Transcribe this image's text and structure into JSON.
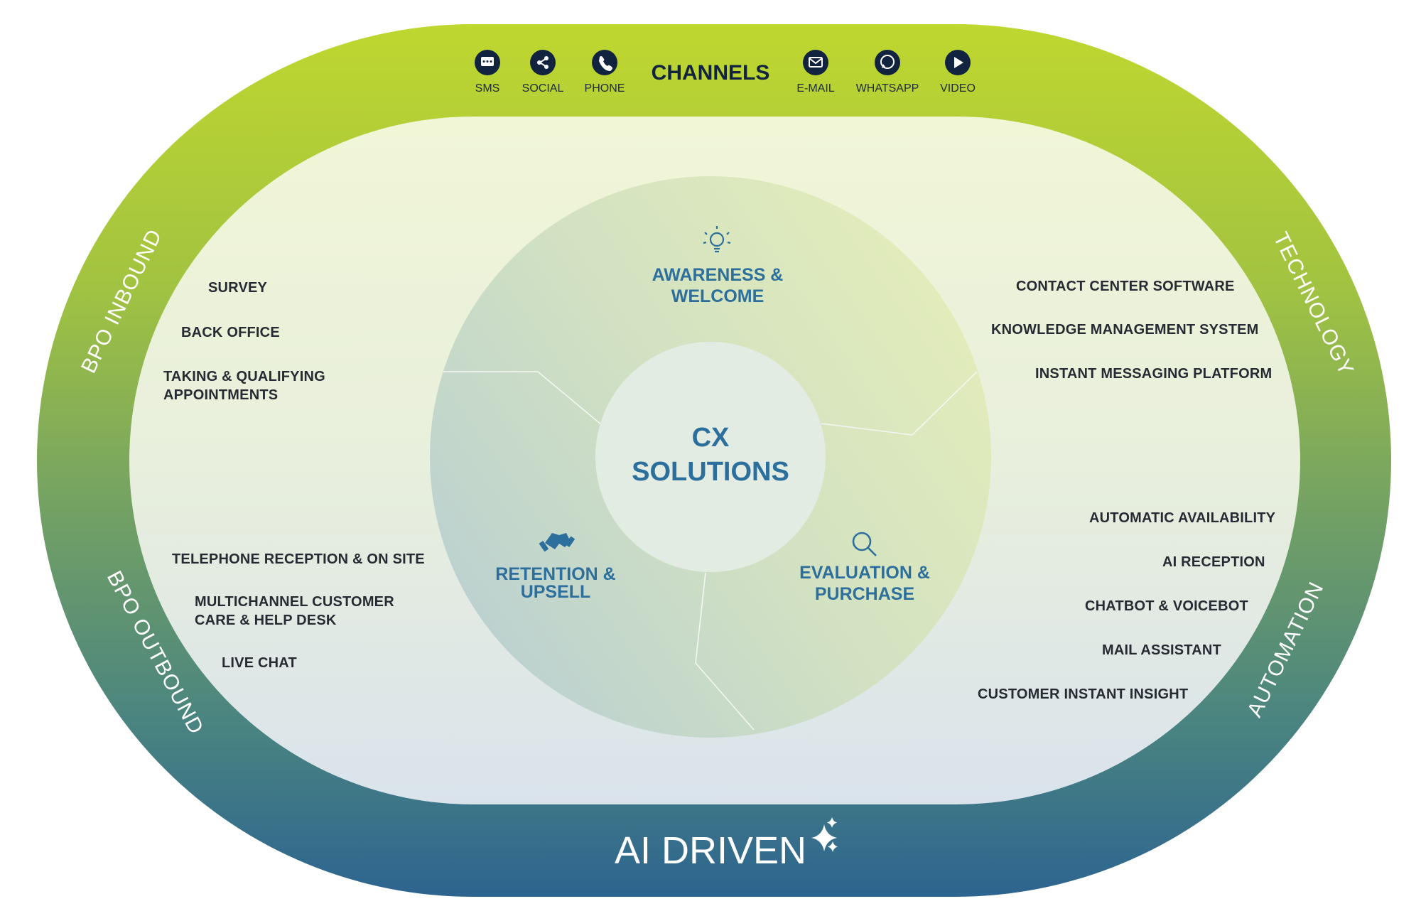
{
  "channels": {
    "title": "CHANNELS",
    "items": [
      {
        "label": "SMS",
        "icon": "sms-icon"
      },
      {
        "label": "SOCIAL",
        "icon": "share-icon"
      },
      {
        "label": "PHONE",
        "icon": "phone-icon"
      },
      {
        "label": "E-MAIL",
        "icon": "email-icon"
      },
      {
        "label": "WHATSAPP",
        "icon": "whatsapp-icon"
      },
      {
        "label": "VIDEO",
        "icon": "play-icon"
      }
    ]
  },
  "ring_labels": {
    "bpo_inbound": "BPO INBOUND",
    "bpo_outbound": "BPO OUTBOUND",
    "technology": "TECHNOLOGY",
    "automation": "AUTOMATION"
  },
  "bpo_inbound_items": [
    [
      "SURVEY"
    ],
    [
      "BACK OFFICE"
    ],
    [
      "TAKING & QUALIFYING",
      "APPOINTMENTS"
    ]
  ],
  "bpo_outbound_items": [
    [
      "TELEPHONE RECEPTION & ON SITE"
    ],
    [
      "MULTICHANNEL CUSTOMER",
      "CARE & HELP DESK"
    ],
    [
      "LIVE CHAT"
    ]
  ],
  "technology_items": [
    "CONTACT CENTER SOFTWARE",
    "KNOWLEDGE MANAGEMENT SYSTEM",
    "INSTANT MESSAGING PLATFORM"
  ],
  "automation_items": [
    "AUTOMATIC AVAILABILITY",
    "AI RECEPTION",
    "CHATBOT & VOICEBOT",
    "MAIL ASSISTANT",
    "CUSTOMER INSTANT INSIGHT"
  ],
  "center": {
    "line1": "CX",
    "line2": "SOLUTIONS"
  },
  "segments": {
    "awareness": {
      "line1": "AWARENESS &",
      "line2": "WELCOME",
      "icon": "lightbulb-icon"
    },
    "evaluation": {
      "line1": "EVALUATION &",
      "line2": "PURCHASE",
      "icon": "magnifier-icon"
    },
    "retention": {
      "line1": "RETENTION &",
      "line2": "UPSELL",
      "icon": "handshake-icon"
    }
  },
  "footer": {
    "label": "AI DRIVEN",
    "icon": "sparkle-icon"
  },
  "colors": {
    "ring_top": "#bfd72f",
    "ring_bottom": "#2d6490",
    "text_dark": "#262b33",
    "accent_blue": "#2d6f9c"
  }
}
